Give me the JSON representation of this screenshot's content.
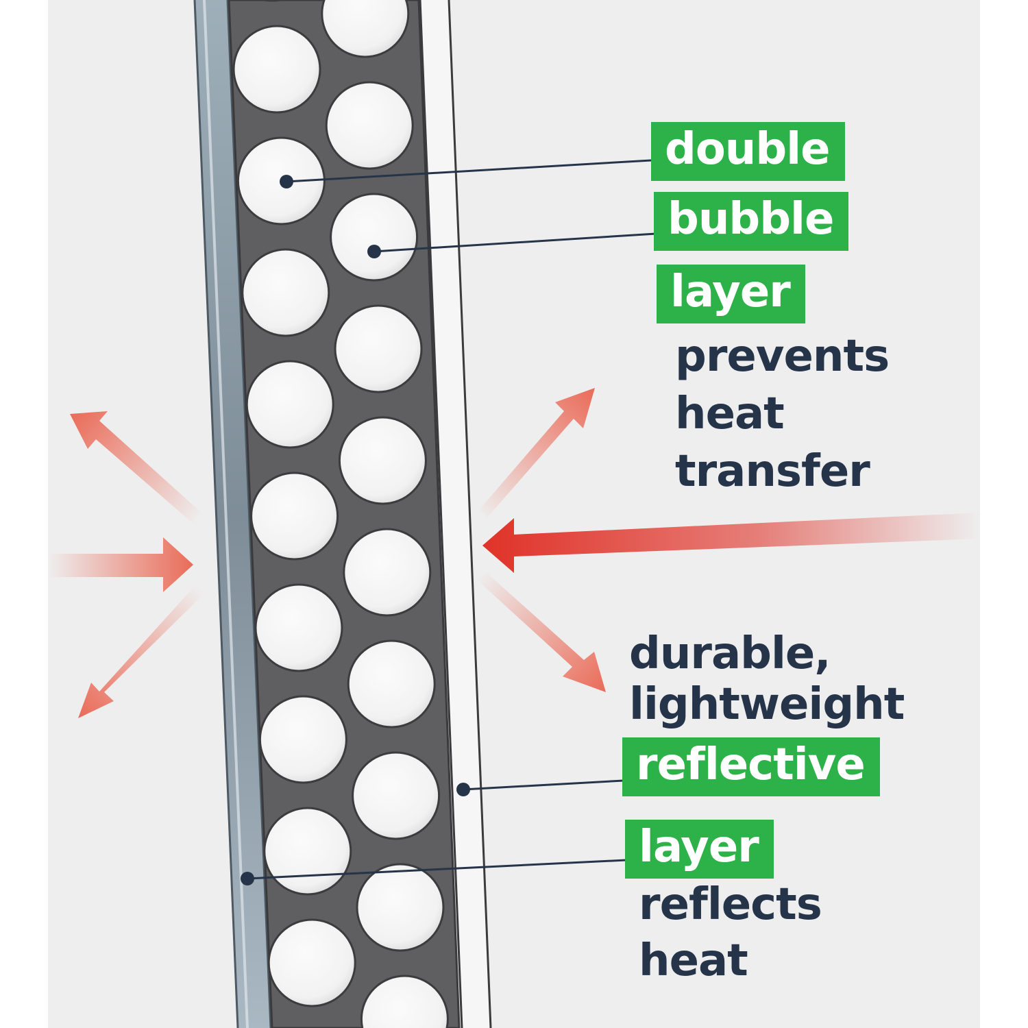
{
  "colors": {
    "highlight_green": "#2db24a",
    "text_dark": "#26344a",
    "arrow_red": "#e0352b",
    "bubble_white": "#f4f4f4",
    "bubble_layer_dark": "#5e5e60",
    "reflective_layer_steel": "#8998a3"
  },
  "labels": {
    "top": {
      "line1": "double",
      "line2": "bubble",
      "line3": "layer",
      "line4": "prevents",
      "line5": "heat",
      "line6": "transfer"
    },
    "bottom": {
      "line1": "durable,",
      "line2": "lightweight",
      "line3": "reflective",
      "line4": "layer",
      "line5": "reflects",
      "line6": "heat"
    }
  },
  "icons": [
    "heat-radiation-arrow",
    "reflected-heat-arrow",
    "callout-pointer-dot"
  ]
}
